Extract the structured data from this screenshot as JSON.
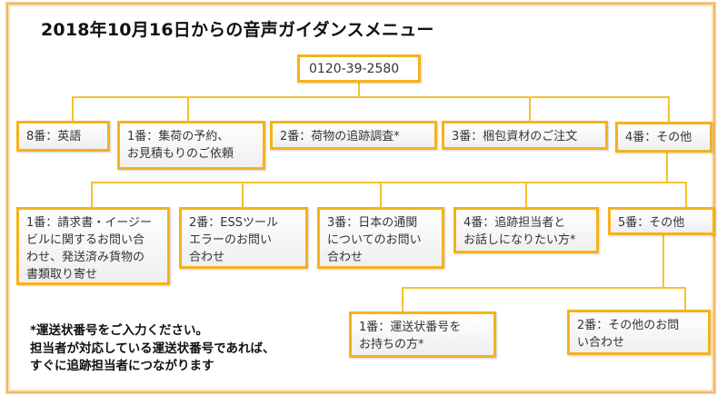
{
  "title": "2018年10月16日からの音声ガイダンスメニュー",
  "phone": "0120-39-2580",
  "level1": [
    {
      "label": "8番：英語"
    },
    {
      "label": "1番：集荷の予約、\nお見積もりのご依頼"
    },
    {
      "label": "2番：荷物の追跡調査*"
    },
    {
      "label": "3番：梱包資材のご注文"
    },
    {
      "label": "4番：その他"
    }
  ],
  "level2": [
    {
      "label": "1番：請求書・イージー\nビルに関するお問い合\nわせ、発送済み貨物の\n書類取り寄せ"
    },
    {
      "label": "2番：ESSツール\nエラーのお問い\n合わせ"
    },
    {
      "label": "3番：日本の通関\nについてのお問い\n合わせ"
    },
    {
      "label": "4番：追跡担当者と\nお話しになりたい方*"
    },
    {
      "label": "5番：その他"
    }
  ],
  "level3": [
    {
      "label": "1番：運送状番号を\nお持ちの方*"
    },
    {
      "label": "2番：その他のお問\nい合わせ"
    }
  ],
  "note": {
    "line1": "*運送状番号をご入力ください。",
    "line2": "担当者が対応している運送状番号であれば、",
    "line3": "すぐに追跡担当者につながります"
  },
  "colors": {
    "box_border": "#f6b21b",
    "connector": "#f6c22e",
    "frame": "#f2b866"
  }
}
